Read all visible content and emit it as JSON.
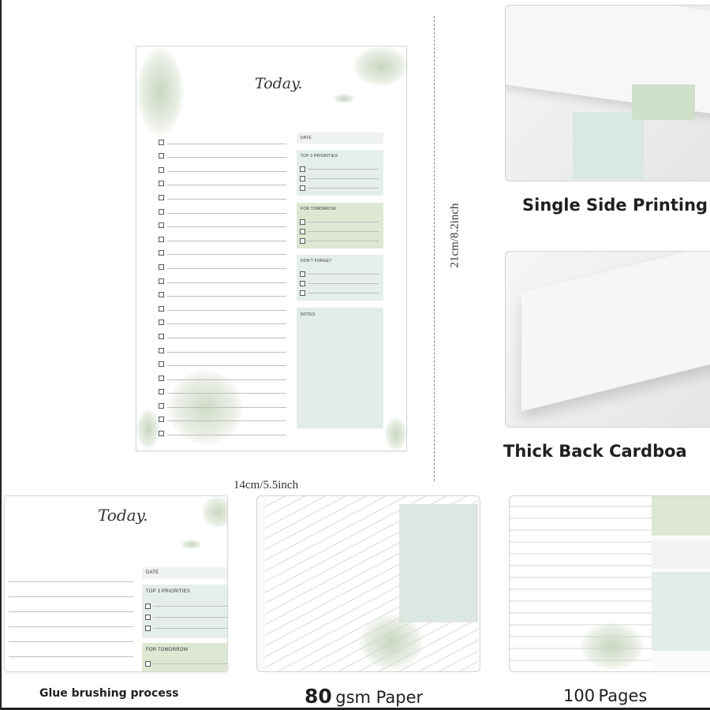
{
  "main_pad": {
    "heading": "Today.",
    "date_label": "DATE",
    "priorities_label": "TOP 3 PRIORITIES",
    "tomorrow_label": "FOR TOMORROW",
    "dont_forget_label": "DON'T FORGET",
    "notes_label": "NOTES"
  },
  "dimensions": {
    "height_label": "21cm/8.2inch",
    "width_label": "14cm/5.5inch"
  },
  "features": {
    "single_side": "Single Side Printing",
    "thick_back": "Thick Back Cardboa",
    "glue": "Glue brushing process",
    "gsm_number": "80",
    "gsm_text": "gsm Paper",
    "pages_number": "100",
    "pages_text": "Pages"
  },
  "closeup": {
    "heading": "Today.",
    "date_label": "DATE",
    "priorities_label": "TOP 3 PRIORITIES",
    "tomorrow_label": "FOR TOMORROW"
  },
  "colors": {
    "panel_blue": "#e6eeec",
    "panel_green": "#dde7d2",
    "notes_blue": "#e3ece9",
    "floral": "#c9d6c0"
  },
  "icons": [
    "checkbox-icon",
    "floral-decoration-icon",
    "watercolor-blot-icon",
    "dashed-dimension-line-icon"
  ]
}
